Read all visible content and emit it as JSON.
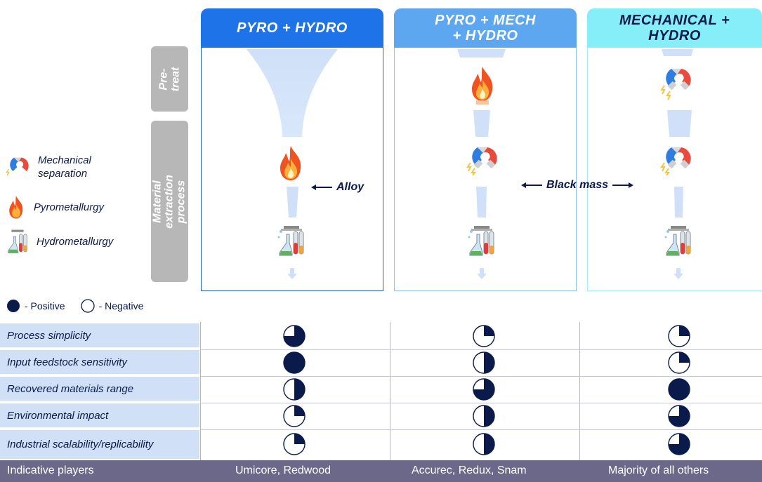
{
  "columns": [
    {
      "title": "PYRO + HYDRO",
      "players": "Umicore, Redwood"
    },
    {
      "title": "PYRO + MECH + HYDRO",
      "players": "Accurec, Redux, Snam"
    },
    {
      "title": "MECHANICAL + HYDRO",
      "players": "Majority of all others"
    }
  ],
  "stages": {
    "pretreat": "Pre-\ntreat",
    "extraction": "Material extraction\nprocess"
  },
  "legend": [
    {
      "label": "Mechanical\nseparation",
      "icon": "magnet-icon"
    },
    {
      "label": "Pyrometallurgy",
      "icon": "fire-icon"
    },
    {
      "label": "Hydrometallurgy",
      "icon": "lab-icon"
    }
  ],
  "annotations": {
    "alloy": "Alloy",
    "black_mass": "Black mass"
  },
  "rating_legend": {
    "positive": "- Positive",
    "negative": "- Negative"
  },
  "criteria": [
    {
      "label": "Process simplicity",
      "ratings": [
        0.75,
        0.25,
        0.25
      ]
    },
    {
      "label": "Input feedstock sensitivity",
      "ratings": [
        1.0,
        0.5,
        0.25
      ]
    },
    {
      "label": "Recovered materials range",
      "ratings": [
        0.5,
        0.75,
        1.0
      ]
    },
    {
      "label": "Environmental impact",
      "ratings": [
        0.25,
        0.5,
        0.75
      ]
    },
    {
      "label": "Industrial scalability/replicability",
      "ratings": [
        0.25,
        0.5,
        0.75
      ]
    }
  ],
  "footer_label": "Indicative players",
  "colors": {
    "dark": "#0a1a4a",
    "funnel": "#cfe0f8",
    "accent1": "#1e73e8",
    "accent2": "#5da7f0",
    "accent3": "#86eef9"
  }
}
